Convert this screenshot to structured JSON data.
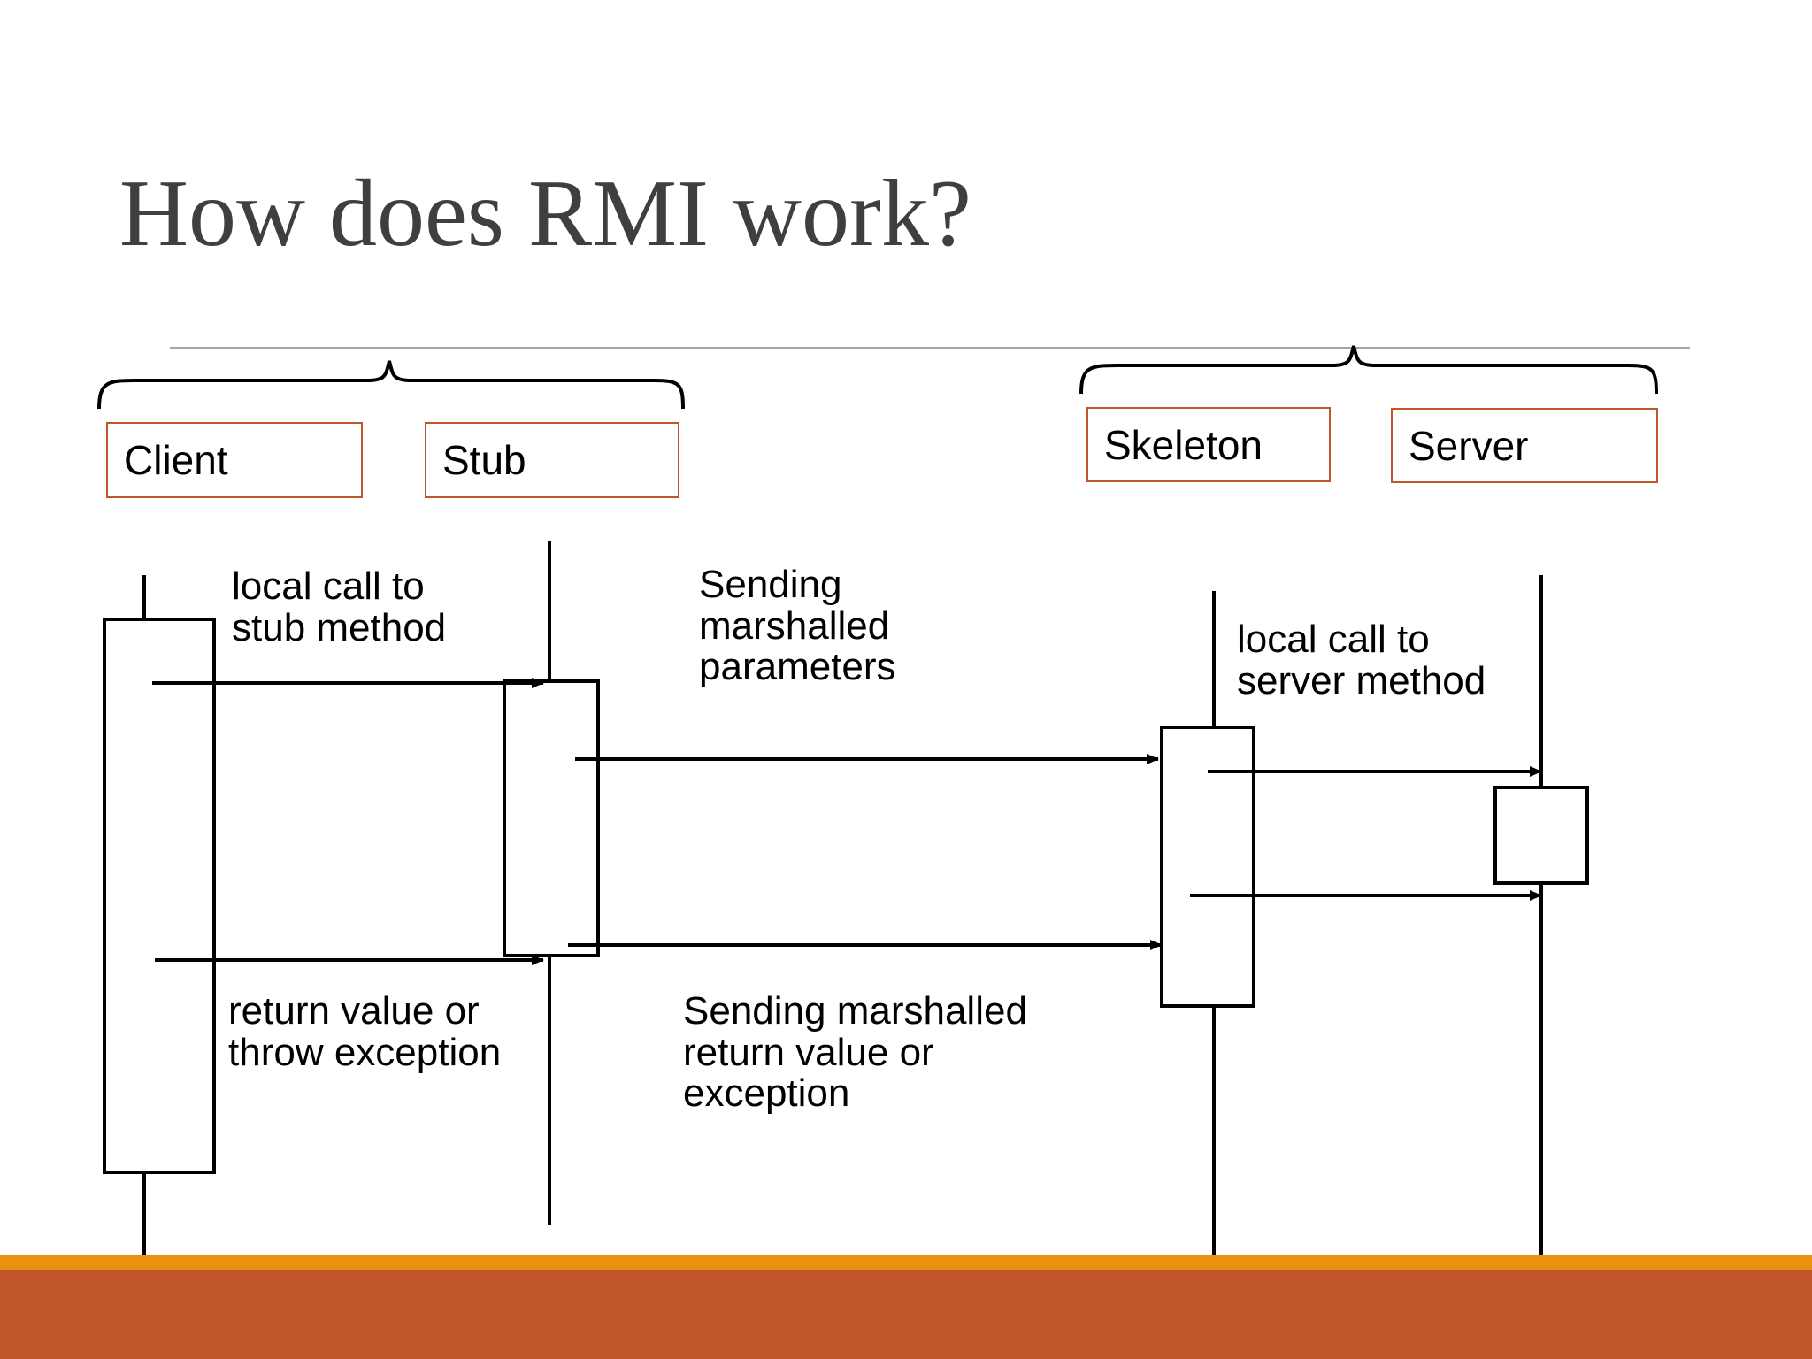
{
  "slide": {
    "title": "How does RMI work?",
    "title_color": "#3f3f3f",
    "background": "#ffffff"
  },
  "theme": {
    "accent_border": "#C0562A",
    "band_light": "#E8920F",
    "band_dark": "#C0562A",
    "rule_color": "#a6a6a6",
    "line_color": "#000000"
  },
  "diagram": {
    "type": "uml-sequence",
    "groups": [
      {
        "name": "client-side-group",
        "label": "",
        "spans": [
          "Client",
          "Stub"
        ]
      },
      {
        "name": "server-side-group",
        "label": "",
        "spans": [
          "Skeleton",
          "Server"
        ]
      }
    ],
    "participants": [
      {
        "id": "client",
        "label": "Client"
      },
      {
        "id": "stub",
        "label": "Stub"
      },
      {
        "id": "skeleton",
        "label": "Skeleton"
      },
      {
        "id": "server",
        "label": "Server"
      }
    ],
    "messages": [
      {
        "id": "m1",
        "from": "client",
        "to": "stub",
        "label": "local call to\nstub method",
        "direction": "right"
      },
      {
        "id": "m2",
        "from": "stub",
        "to": "skeleton",
        "label": "Sending\nmarshalled\nparameters",
        "direction": "right"
      },
      {
        "id": "m3",
        "from": "skeleton",
        "to": "server",
        "label": "local call to\nserver method",
        "direction": "right"
      },
      {
        "id": "m4",
        "from": "server",
        "to": "skeleton",
        "label": "",
        "direction": "left"
      },
      {
        "id": "m5",
        "from": "skeleton",
        "to": "stub",
        "label": "Sending marshalled\nreturn value or\nexception",
        "direction": "left"
      },
      {
        "id": "m6",
        "from": "stub",
        "to": "client",
        "label": "return value or\nthrow exception",
        "direction": "left"
      }
    ]
  },
  "notes": {
    "local_call_stub": "local call to\nstub method",
    "sending_params": "Sending\nmarshalled\nparameters",
    "local_call_server": "local call to\nserver method",
    "return_value": "return value or\nthrow exception",
    "sending_return": "Sending marshalled\nreturn value or\nexception"
  }
}
